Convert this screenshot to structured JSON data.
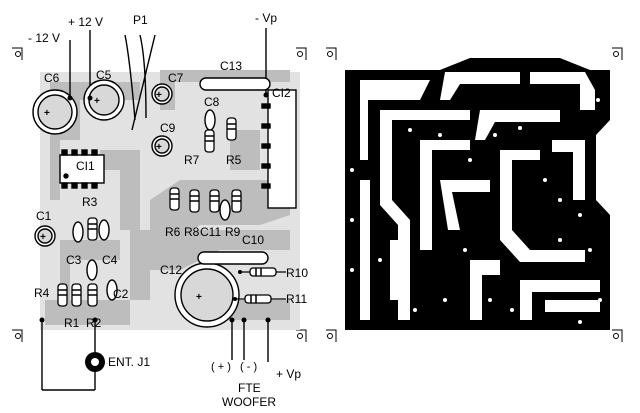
{
  "diagram": {
    "labels": {
      "minus_12v": "- 12 V",
      "plus_12v": "+ 12 V",
      "p1": "P1",
      "minus_vp": "- Vp",
      "c6": "C6",
      "c5": "C5",
      "c7": "C7",
      "c13": "C13",
      "ci2": "CI2",
      "c8": "C8",
      "c9": "C9",
      "ci1": "CI1",
      "r7": "R7",
      "r5": "R5",
      "r3": "R3",
      "c1": "C1",
      "r6": "R6",
      "r8": "R8",
      "c11": "C11",
      "r9": "R9",
      "c10": "C10",
      "c3": "C3",
      "c4": "C4",
      "c12": "C12",
      "r10": "R10",
      "r4": "R4",
      "c2": "C2",
      "r11": "R11",
      "r1": "R1",
      "r2": "R2",
      "ent_j1": "ENT. J1",
      "plus_sign": "( + )",
      "minus_sign": "( - )",
      "plus_vp": "+ Vp",
      "fte": "FTE",
      "woofer": "WOOFER"
    }
  }
}
